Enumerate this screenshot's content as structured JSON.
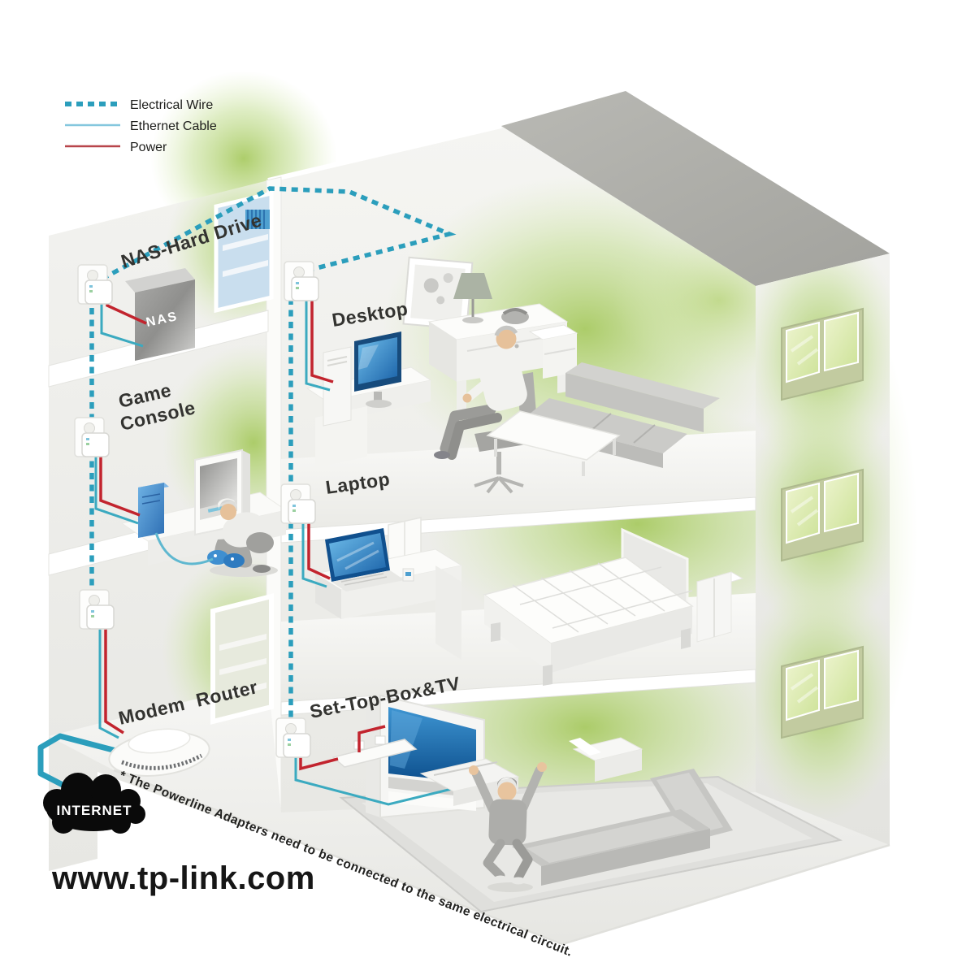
{
  "legend": {
    "electrical_wire": "Electrical Wire",
    "ethernet_cable": "Ethernet Cable",
    "power": "Power"
  },
  "labels": {
    "nas_room": "NAS-Hard Drive",
    "game_line1": "Game",
    "game_line2": "Console",
    "modem": "Modem Router",
    "desktop": "Desktop",
    "laptop": "Laptop",
    "settop": "Set-Top-Box&TV"
  },
  "devices": {
    "nas_box": "NAS",
    "internet_cloud": "INTERNET"
  },
  "footnote": "* The Powerline Adapters need to be connected to the same electrical circuit.",
  "website": "www.tp-link.com",
  "colors": {
    "electrical_wire": "#2B9EBC",
    "ethernet_legend": "#84C7DE",
    "ethernet_room": "#3BAAC0",
    "power_legend": "#B8454B",
    "power_room": "#C2242E",
    "accent_green": "#A6C95E",
    "screen_blue": "#2F7BC4"
  }
}
